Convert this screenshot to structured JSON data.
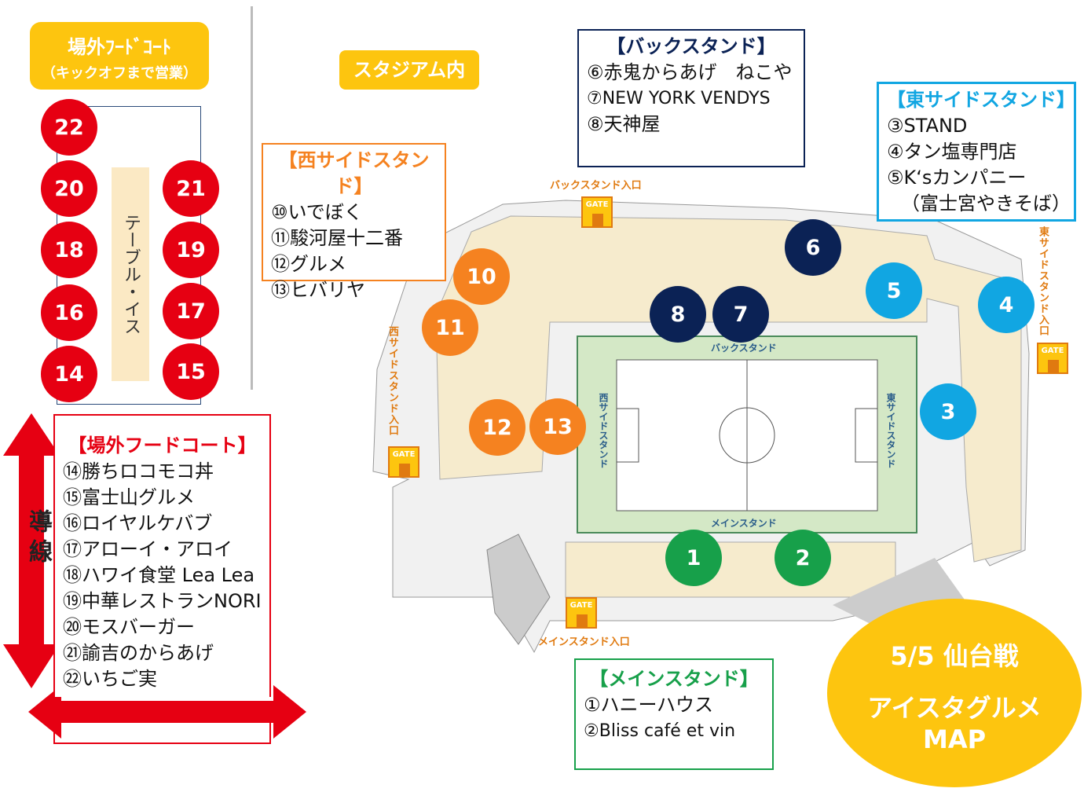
{
  "outside_header": {
    "title": "場外ﾌｰﾄﾞｺｰﾄ",
    "subtitle": "（キックオフまで営業）"
  },
  "inside_header": "スタジアム内",
  "table_label": "テーブル・イス",
  "flow_label": "導線",
  "outside_list": {
    "title": "【場外フードコート】",
    "items": [
      "⑭勝ちロコモコ丼",
      "⑮富士山グルメ",
      "⑯ロイヤルケバブ",
      "⑰アローイ・アロイ",
      "⑱ハワイ食堂 Lea Lea",
      "⑲中華レストランNORI",
      "⑳モスバーガー",
      "㉑諭吉のからあげ",
      "㉒いちご実"
    ]
  },
  "back_stand": {
    "title": "【バックスタンド】",
    "items": [
      "⑥赤鬼からあげ　ねこや",
      "⑦NEW YORK VENDYS",
      "⑧天神屋"
    ]
  },
  "east_stand": {
    "title": "【東サイドスタンド】",
    "items": [
      "③STAND",
      "④タン塩専門店",
      "⑤K‘sカンパニー",
      "（富士宮やきそば）"
    ]
  },
  "west_stand": {
    "title": "【西サイドスタンド】",
    "items": [
      "⑩いでぼく",
      "⑪駿河屋十二番",
      "⑫グルメ",
      "⑬ヒバリヤ"
    ]
  },
  "main_stand": {
    "title": "【メインスタンド】",
    "items": [
      "①ハニーハウス",
      "②Bliss café et vin"
    ]
  },
  "markers": {
    "m1": "1",
    "m2": "2",
    "m3": "3",
    "m4": "4",
    "m5": "5",
    "m6": "6",
    "m7": "7",
    "m8": "8",
    "m10": "10",
    "m11": "11",
    "m12": "12",
    "m13": "13",
    "m14": "14",
    "m15": "15",
    "m16": "16",
    "m17": "17",
    "m18": "18",
    "m19": "19",
    "m20": "20",
    "m21": "21",
    "m22": "22"
  },
  "map_labels": {
    "back": "バックスタンド",
    "main": "メインスタンド",
    "west": "西サイドスタンド",
    "east": "東サイドスタンド",
    "gate": "GATE",
    "back_entrance": "バックスタンド入口",
    "main_entrance": "メインスタンド入口",
    "west_entrance": "西サイドスタンド入口",
    "east_entrance": "東サイドスタンド入口"
  },
  "badge": {
    "line1": "5/5 仙台戦",
    "line2": "アイスタグルメ",
    "line3": "MAP"
  },
  "colors": {
    "yellow": "#fdc50f",
    "red": "#e60012",
    "orange": "#f58220",
    "navy": "#0b2255",
    "sky": "#11a6e2",
    "green": "#17a04a"
  }
}
